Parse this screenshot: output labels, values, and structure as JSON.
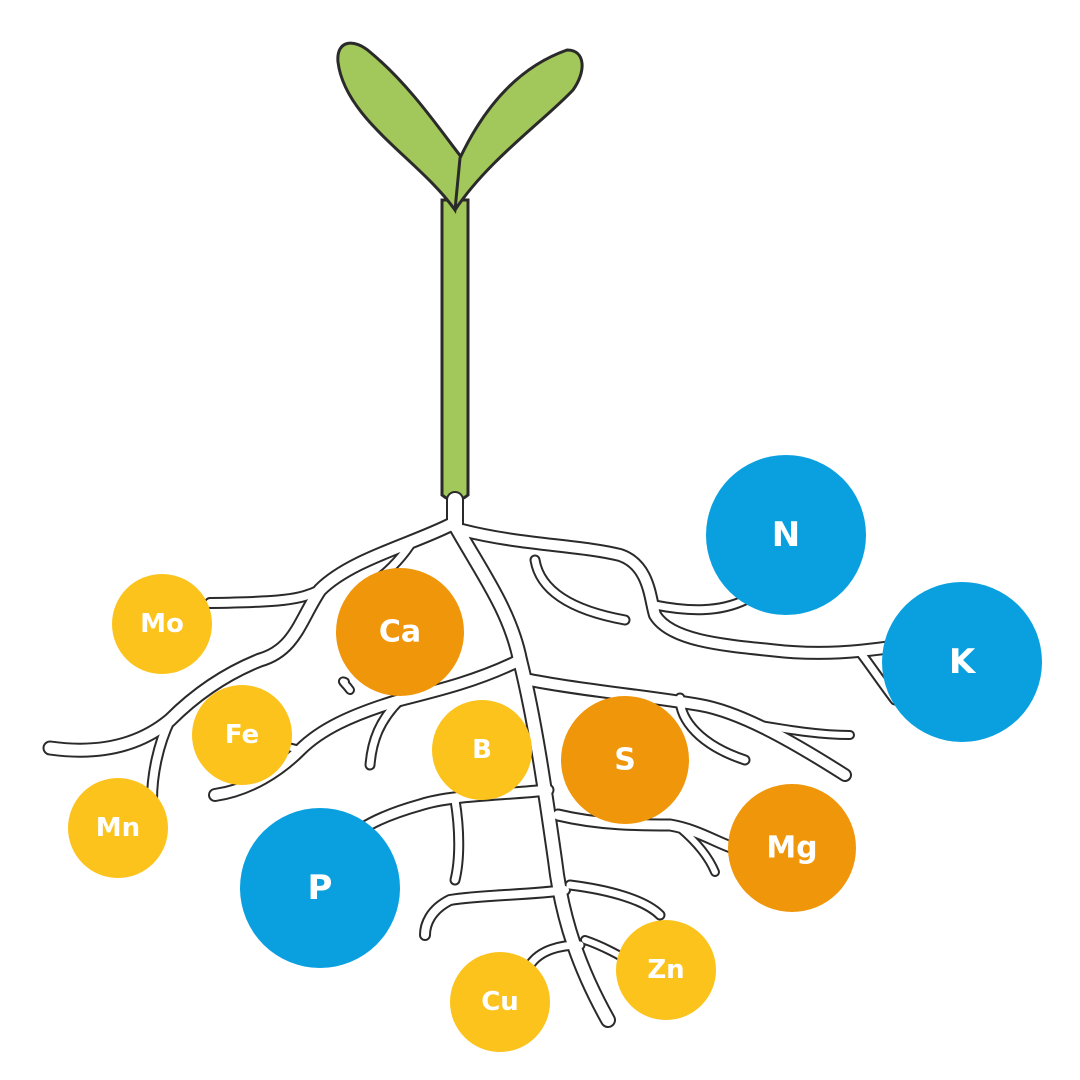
{
  "colors": {
    "primary": "#0aa0e0",
    "secondary": "#f0960a",
    "micro": "#fbc31c",
    "leaf": "#a2c75a",
    "outline": "#2a2a2a",
    "root": "#ffffff"
  },
  "nutrients": [
    {
      "id": "n",
      "label": "N",
      "group": "primary"
    },
    {
      "id": "k",
      "label": "K",
      "group": "primary"
    },
    {
      "id": "p",
      "label": "P",
      "group": "primary"
    },
    {
      "id": "ca",
      "label": "Ca",
      "group": "secondary"
    },
    {
      "id": "s",
      "label": "S",
      "group": "secondary"
    },
    {
      "id": "mg",
      "label": "Mg",
      "group": "secondary"
    },
    {
      "id": "mo",
      "label": "Mo",
      "group": "micro"
    },
    {
      "id": "fe",
      "label": "Fe",
      "group": "micro"
    },
    {
      "id": "mn",
      "label": "Mn",
      "group": "micro"
    },
    {
      "id": "b",
      "label": "B",
      "group": "micro"
    },
    {
      "id": "cu",
      "label": "Cu",
      "group": "micro"
    },
    {
      "id": "zn",
      "label": "Zn",
      "group": "micro"
    }
  ]
}
